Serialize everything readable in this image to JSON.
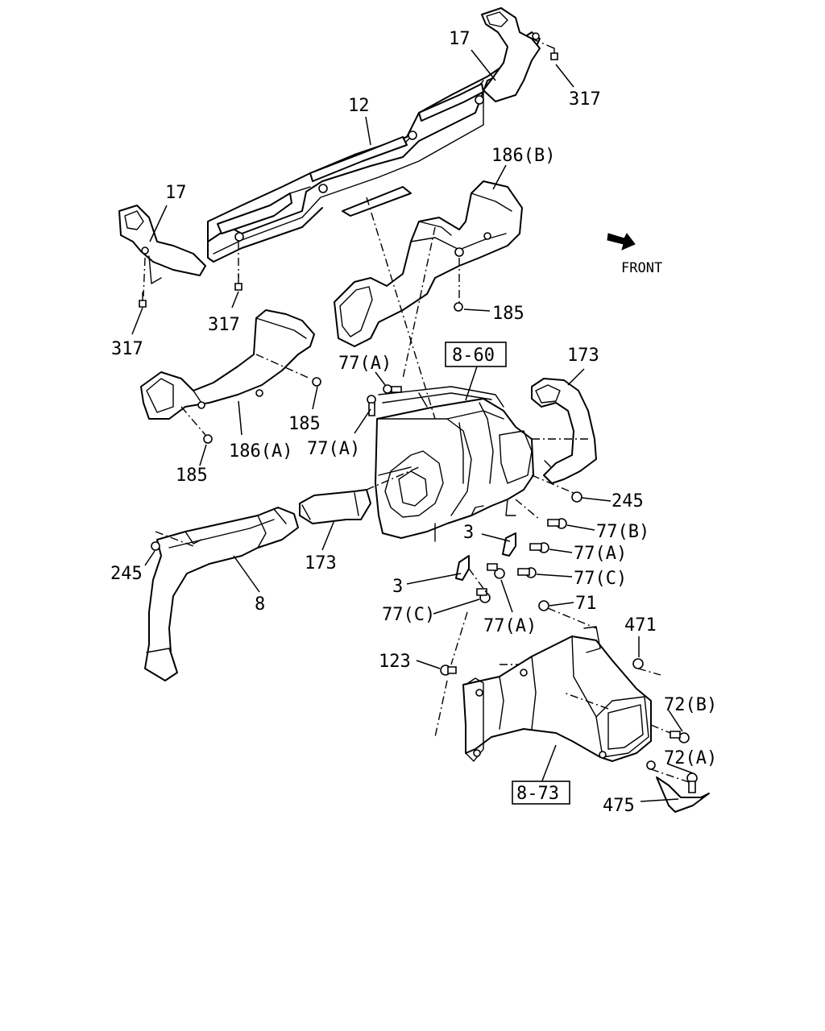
{
  "diagram": {
    "front_label": "FRONT",
    "labels": {
      "l17_top": "17",
      "l317_top": "317",
      "l12": "12",
      "l186b": "186(B)",
      "l17_left": "17",
      "l317_mid": "317",
      "l317_left": "317",
      "l185_right": "185",
      "l185_mid": "185",
      "l185_bot": "185",
      "l186a": "186(A)",
      "l77a_top": "77(A)",
      "l77a_mid": "77(A)",
      "l173_top": "173",
      "l245_right": "245",
      "l77b": "77(B)",
      "l3_upper": "3",
      "l77a_r": "77(A)",
      "l77c_r": "77(C)",
      "l3_lower": "3",
      "l77c_l": "77(C)",
      "l77a_low": "77(A)",
      "l71": "71",
      "l471": "471",
      "l245_left": "245",
      "l173_low": "173",
      "l8": "8",
      "l123": "123",
      "l72b": "72(B)",
      "l72a": "72(A)",
      "l475": "475"
    },
    "boxed_labels": {
      "ref_8_60": "8-60",
      "ref_8_73": "8-73"
    }
  }
}
